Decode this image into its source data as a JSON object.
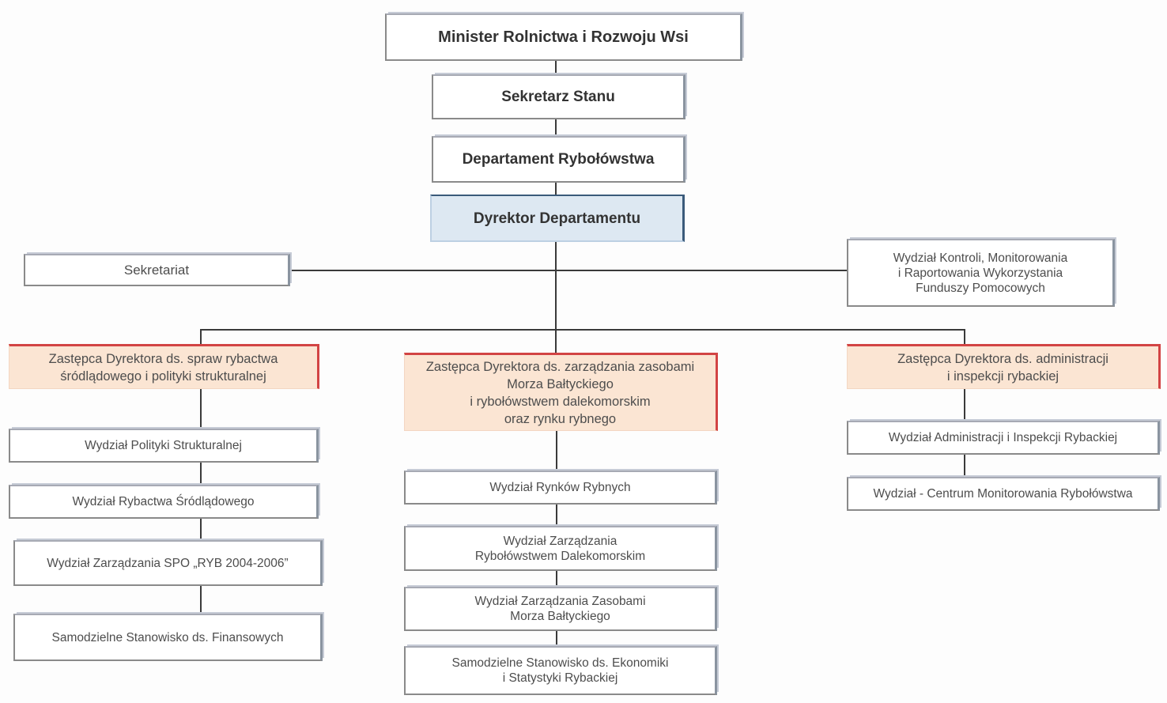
{
  "chart": {
    "top_chain": [
      {
        "id": "minister",
        "label": "Minister Rolnictwa i Rozwoju Wsi"
      },
      {
        "id": "secretary-of-state",
        "label": "Sekretarz Stanu"
      },
      {
        "id": "department",
        "label": "Departament Rybołówstwa"
      },
      {
        "id": "director",
        "label": "Dyrektor Departamentu",
        "highlight_color": "#dde8f2"
      }
    ],
    "staff_units": {
      "left": {
        "label": "Sekretariat"
      },
      "right": {
        "label": "Wydział Kontroli, Monitorowania\ni Raportowania Wykorzystania\nFunduszy Pomocowych"
      }
    },
    "deputies": [
      {
        "label": "Zastępca Dyrektora ds. spraw rybactwa\nśródlądowego i polityki strukturalnej",
        "units": [
          "Wydział Polityki Strukturalnej",
          "Wydział Rybactwa Śródlądowego",
          "Wydział Zarządzania  SPO „RYB 2004-2006”",
          "Samodzielne Stanowisko ds. Finansowych"
        ]
      },
      {
        "label": "Zastępca Dyrektora ds. zarządzania zasobami\nMorza Bałtyckiego\ni rybołówstwem dalekomorskim\noraz rynku rybnego",
        "units": [
          "Wydział Rynków Rybnych",
          "Wydział Zarządzania\nRybołówstwem Dalekomorskim",
          "Wydział Zarządzania Zasobami\nMorza Bałtyckiego",
          "Samodzielne Stanowisko ds. Ekonomiki\ni Statystyki Rybackiej"
        ]
      },
      {
        "label": "Zastępca Dyrektora ds. administracji\ni inspekcji rybackiej",
        "units": [
          "Wydział Administracji i Inspekcji Rybackiej",
          "Wydział - Centrum Monitorowania Rybołówstwa"
        ]
      }
    ],
    "colors": {
      "deputy_fill": "#fbe5d3",
      "deputy_accent": "#d24444",
      "director_fill": "#dde8f2",
      "connector": "#3a3a3a"
    }
  }
}
